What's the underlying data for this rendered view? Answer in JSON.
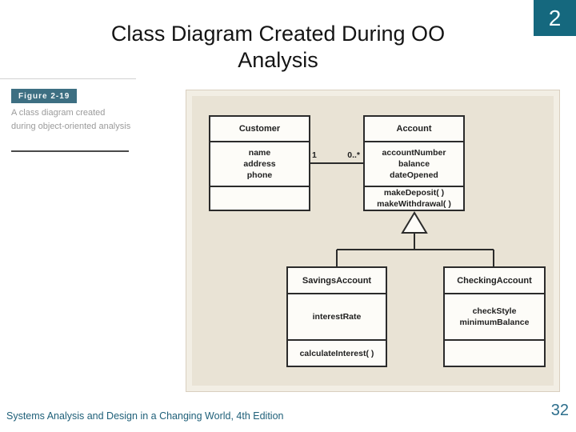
{
  "slide": {
    "number": "2",
    "page_number": "32",
    "title_lines": [
      "Class Diagram Created During OO",
      "Analysis"
    ],
    "footer": "Systems Analysis and Design in a Changing World, 4th Edition"
  },
  "figure_label": {
    "tag": "Figure 2-19",
    "caption": "A class diagram created during object-oriented analysis"
  },
  "colors": {
    "accent_teal": "#15687e",
    "figure_tag_teal": "#3d6f82",
    "footer_teal": "#1f6079",
    "page_number_teal": "#2d6e8c",
    "caption_gray": "#9b9b9b",
    "panel_background": "#e9e3d5",
    "panel_frame": "#f2eee4",
    "box_border": "#2b2b2b",
    "box_background": "#fdfcf8"
  },
  "diagram": {
    "classes": [
      {
        "name": "Customer",
        "attributes": [
          "name",
          "address",
          "phone"
        ],
        "methods": []
      },
      {
        "name": "Account",
        "attributes": [
          "accountNumber",
          "balance",
          "dateOpened"
        ],
        "methods": [
          "makeDeposit( )",
          "makeWithdrawal( )"
        ]
      },
      {
        "name": "SavingsAccount",
        "attributes": [
          "interestRate"
        ],
        "methods": [
          "calculateInterest( )"
        ]
      },
      {
        "name": "CheckingAccount",
        "attributes": [
          "checkStyle",
          "minimumBalance"
        ],
        "methods": []
      }
    ],
    "association": {
      "from": "Customer",
      "to": "Account",
      "multiplicity_from": "1",
      "multiplicity_to": "0..*"
    },
    "generalization": {
      "parent": "Account",
      "children": [
        "SavingsAccount",
        "CheckingAccount"
      ]
    }
  }
}
